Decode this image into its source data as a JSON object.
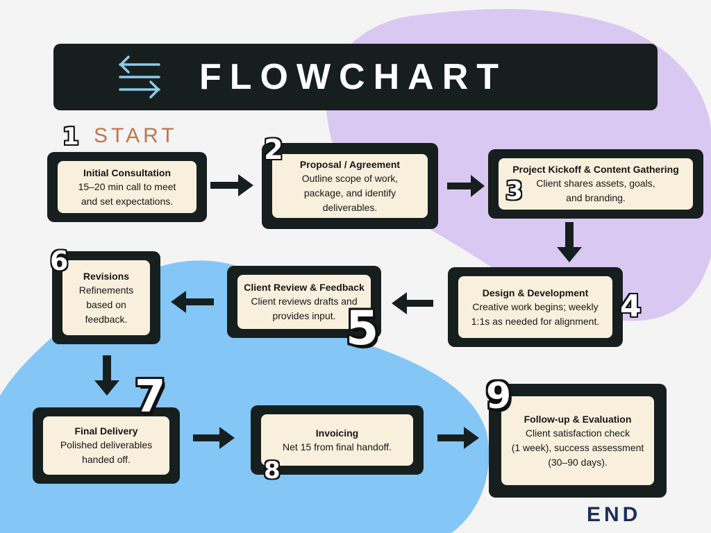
{
  "header": {
    "title": "FLOWCHART",
    "icon": "swap-arrows-icon",
    "start_label": "START",
    "end_label": "END"
  },
  "colors": {
    "background": "#f4f4f4",
    "box_dark": "#171f1e",
    "box_fill": "#f8f0dd",
    "blob_purple": "#d9c8f1",
    "blob_blue": "#84c6f6",
    "start_color": "#c2754b",
    "end_color": "#1c2d5e",
    "icon_color": "#8fcbe9"
  },
  "steps": [
    {
      "number": "1",
      "title": "Initial Consultation",
      "description": "15–20 min call to meet\nand set expectations."
    },
    {
      "number": "2",
      "title": "Proposal / Agreement",
      "description": "Outline scope of work,\npackage, and identify\ndeliverables."
    },
    {
      "number": "3",
      "title": "Project Kickoff & Content Gathering",
      "description": "Client shares assets, goals,\nand branding."
    },
    {
      "number": "4",
      "title": "Design & Development",
      "description": "Creative work begins; weekly\n1:1s as needed for alignment."
    },
    {
      "number": "5",
      "title": "Client Review & Feedback",
      "description": "Client reviews drafts and\nprovides input."
    },
    {
      "number": "6",
      "title": "Revisions",
      "description": "Refinements\nbased on\nfeedback."
    },
    {
      "number": "7",
      "title": "Final Delivery",
      "description": "Polished deliverables\nhanded off."
    },
    {
      "number": "8",
      "title": "Invoicing",
      "description": "Net 15 from final handoff."
    },
    {
      "number": "9",
      "title": "Follow-up & Evaluation",
      "description": "Client satisfaction check\n(1 week), success assessment\n(30–90 days)."
    }
  ]
}
